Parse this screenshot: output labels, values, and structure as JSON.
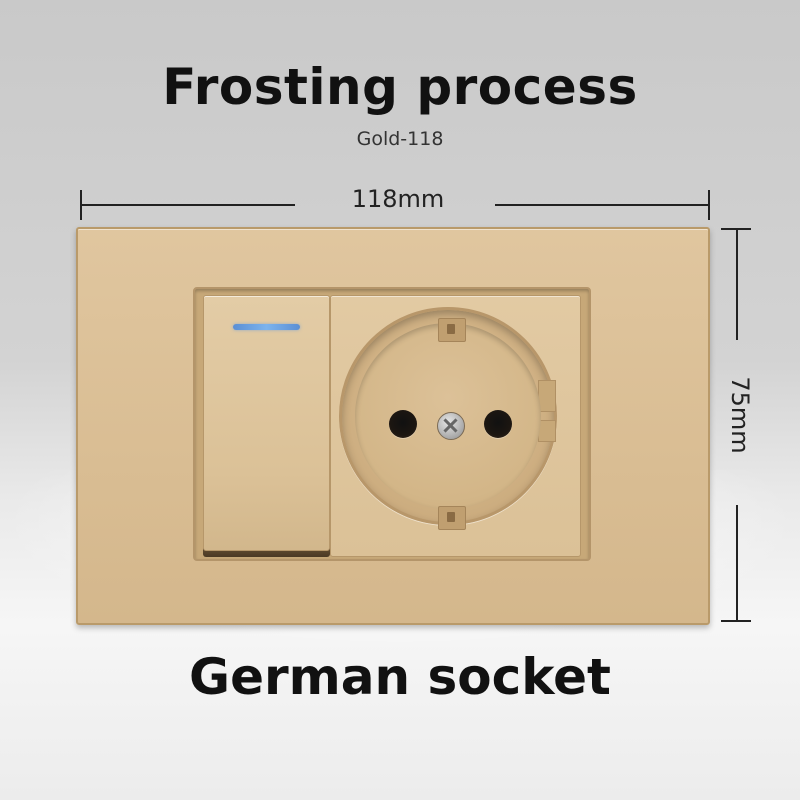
{
  "header": {
    "title": "Frosting process",
    "subtitle": "Gold-118"
  },
  "dimensions": {
    "width_label": "118mm",
    "height_label": "75mm"
  },
  "product": {
    "label": "German socket",
    "indicator_color": "#6aa3e8",
    "plate_color": "#d9bd93"
  }
}
